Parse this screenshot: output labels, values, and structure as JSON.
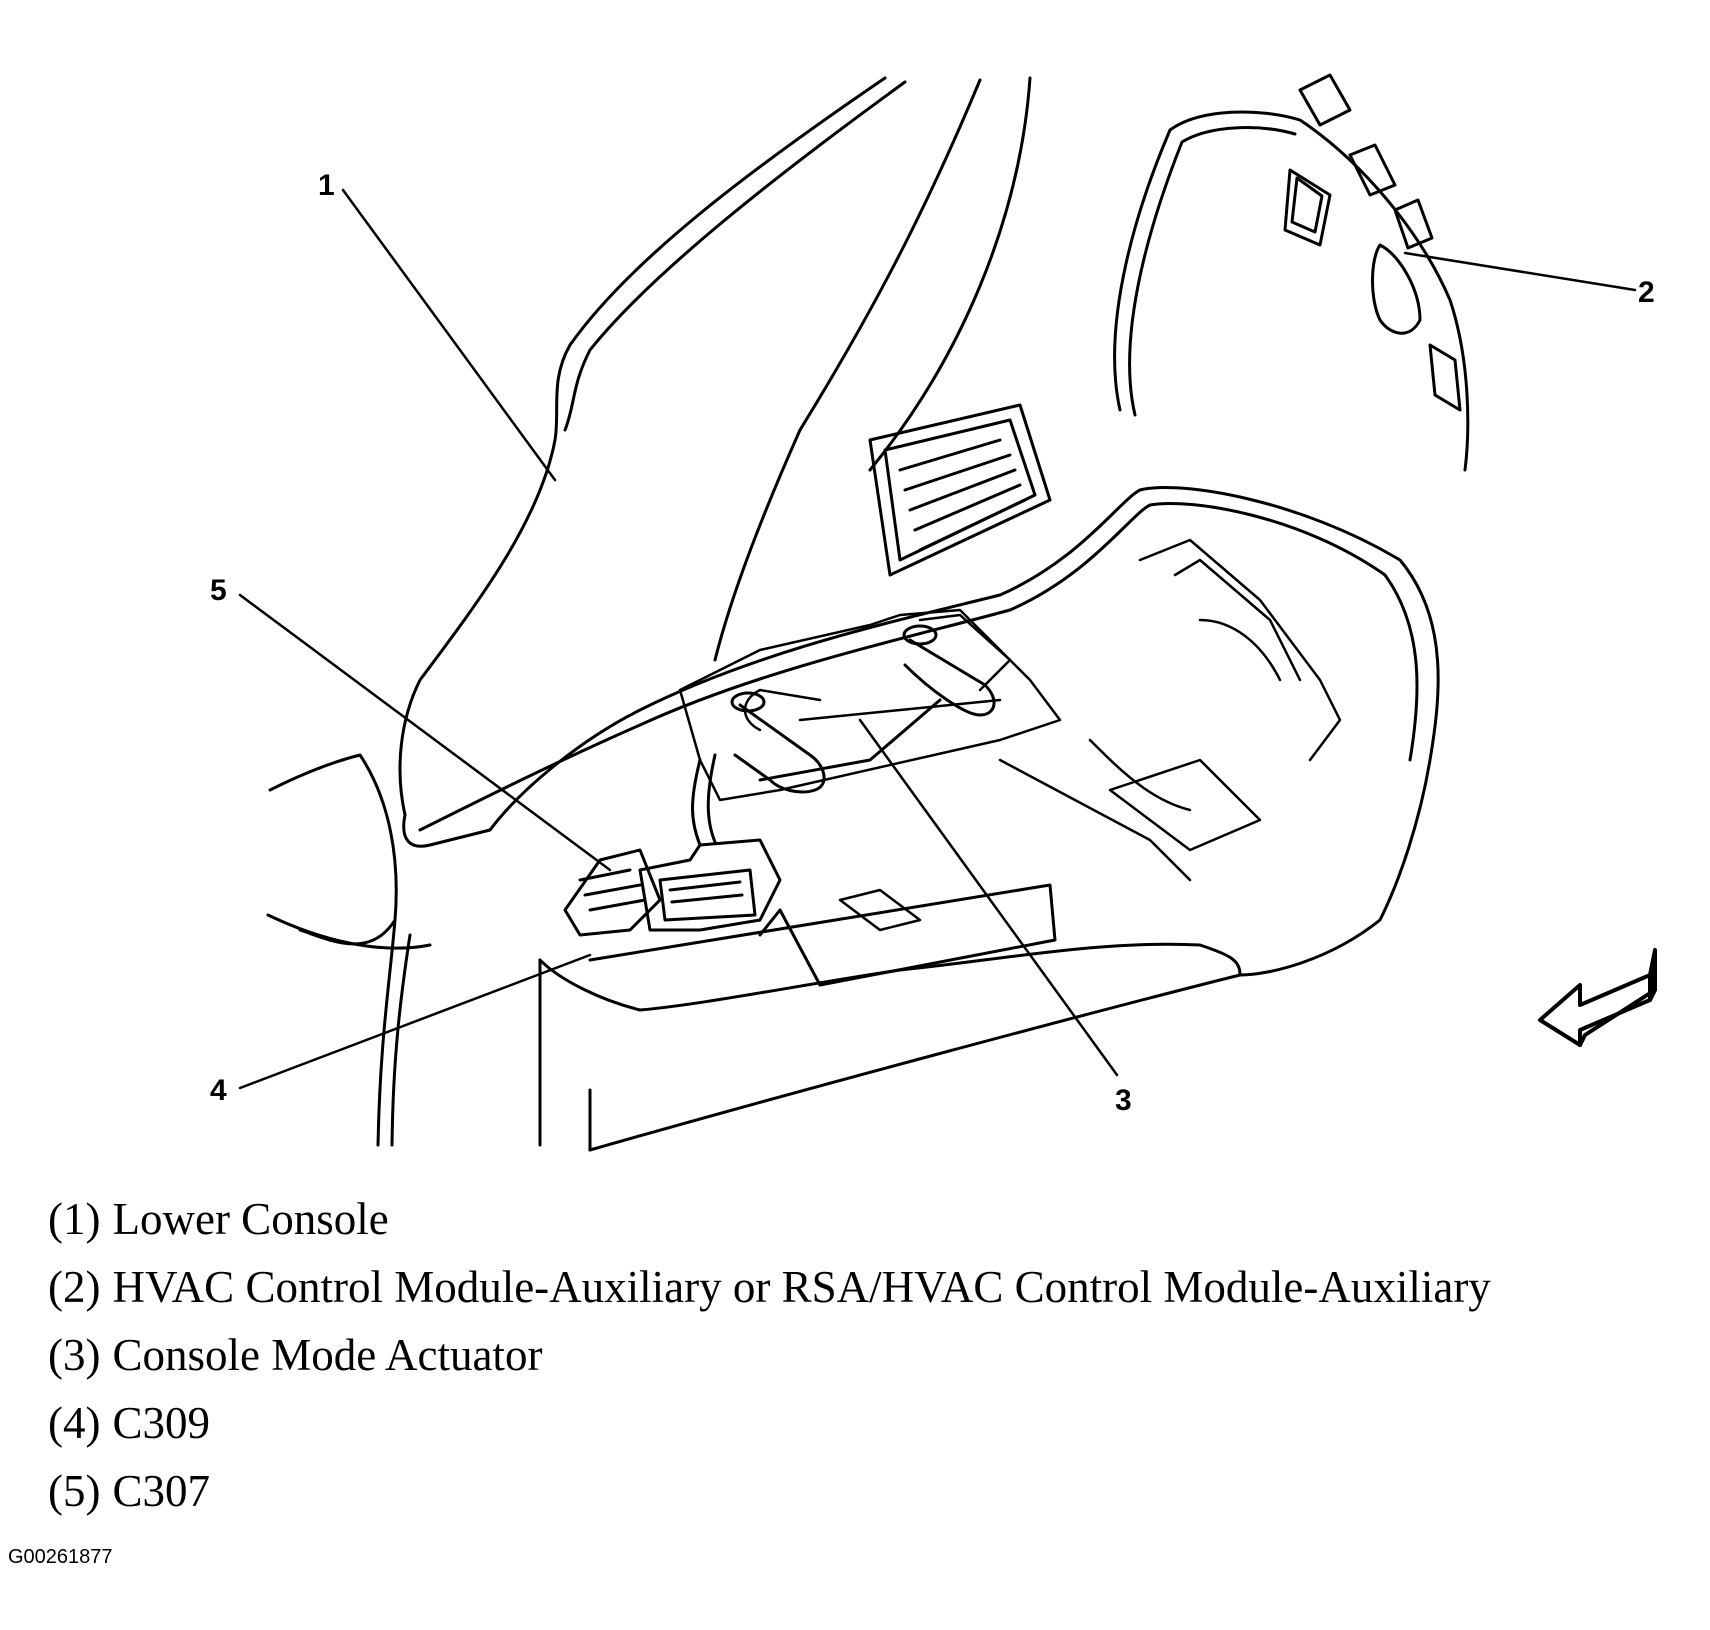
{
  "callouts": [
    {
      "num": "1",
      "label": "Lower Console"
    },
    {
      "num": "2",
      "label": "HVAC Control Module-Auxiliary or RSA/HVAC Control Module-Auxiliary"
    },
    {
      "num": "3",
      "label": "Console Mode Actuator"
    },
    {
      "num": "4",
      "label": "C309"
    },
    {
      "num": "5",
      "label": "C307"
    }
  ],
  "legend": [
    {
      "num": "(1)",
      "label": "Lower Console"
    },
    {
      "num": "(2)",
      "label": "HVAC Control Module-Auxiliary or RSA/HVAC Control Module-Auxiliary"
    },
    {
      "num": "(3)",
      "label": "Console Mode Actuator"
    },
    {
      "num": "(4)",
      "label": "C309"
    },
    {
      "num": "(5)",
      "label": "C307"
    }
  ],
  "figure_id": "G00261877",
  "icons": {
    "direction_arrow": "front-direction-arrow-icon"
  }
}
